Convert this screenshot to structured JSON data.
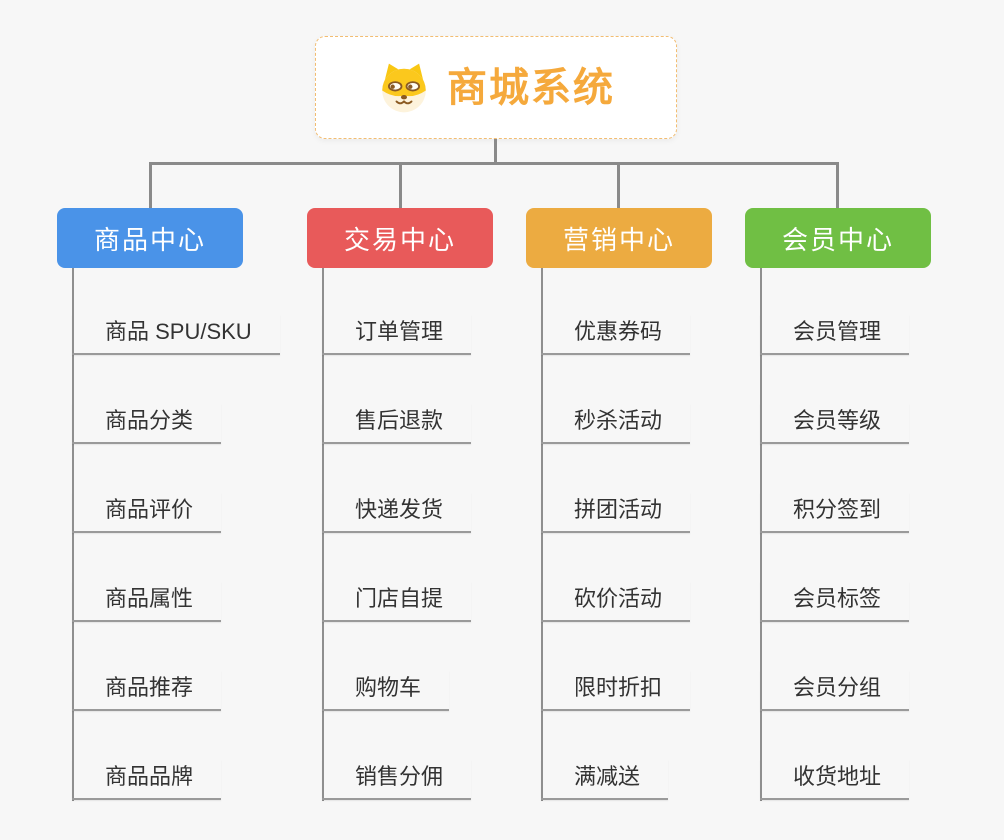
{
  "canvas": {
    "background_color": "#f7f7f7",
    "connector_color": "#8a8a8a",
    "leaf_text_color": "#333333",
    "leaf_underline_color": "#9a9a9a"
  },
  "root": {
    "title": "商城系统",
    "icon": "shiba-dog-icon",
    "title_color": "#f5a93c",
    "border_color": "#f2bd72",
    "background_color": "#ffffff"
  },
  "branches": [
    {
      "label": "商品中心",
      "color": "#4a93e8",
      "children": [
        "商品 SPU/SKU",
        "商品分类",
        "商品评价",
        "商品属性",
        "商品推荐",
        "商品品牌"
      ]
    },
    {
      "label": "交易中心",
      "color": "#e85a5a",
      "children": [
        "订单管理",
        "售后退款",
        "快递发货",
        "门店自提",
        "购物车",
        "销售分佣"
      ]
    },
    {
      "label": "营销中心",
      "color": "#ecab41",
      "children": [
        "优惠券码",
        "秒杀活动",
        "拼团活动",
        "砍价活动",
        "限时折扣",
        "满减送"
      ]
    },
    {
      "label": "会员中心",
      "color": "#70bf44",
      "children": [
        "会员管理",
        "会员等级",
        "积分签到",
        "会员标签",
        "会员分组",
        "收货地址"
      ]
    }
  ]
}
